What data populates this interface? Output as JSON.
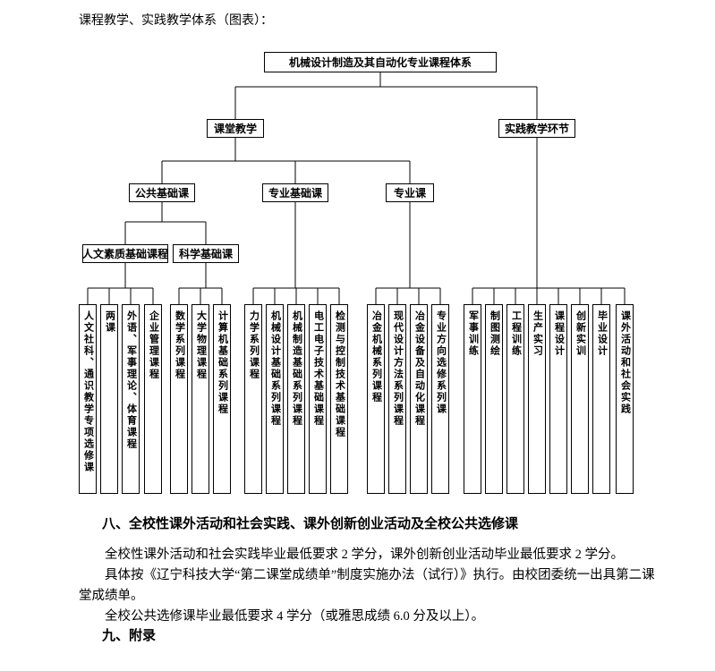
{
  "page": {
    "caption": "课程教学、实践教学体系（图表）：",
    "section8": {
      "heading": "八、全校性课外活动和社会实践、课外创新创业活动及全校公共选修课",
      "para1": "全校性课外活动和社会实践毕业最低要求 2 学分，课外创新创业活动毕业最低要求 2 学分。",
      "para2": "具体按《辽宁科技大学“第二课堂成绩单”制度实施办法（试行）》执行。由校团委统一出具第二课堂成绩单。",
      "para3": "全校公共选修课毕业最低要求 4 学分（或雅思成绩 6.0 分及以上）。"
    },
    "section9": {
      "heading": "九、附录"
    }
  },
  "diagram": {
    "root": "机械设计制造及其自动化专业课程体系",
    "classroom": "课堂教学",
    "practice": "实践教学环节",
    "public_basic": "公共基础课",
    "major_basic": "专业基础课",
    "major": "专业课",
    "humanities": "人文素质基础课程",
    "science": "科学基础课",
    "leaves": [
      "人文社科、通识教学专项选修课",
      "两课",
      "外语、军事理论、体育课程",
      "企业管理课程",
      "数学系列课程",
      "大学物理课程",
      "计算机基础系列课程",
      "力学系列课程",
      "机械设计基础系列课程",
      "机械制造基础系列课程",
      "电工电子技术基础课程",
      "检测与控制技术基础课程",
      "冶金机械系列课程",
      "现代设计方法系列课程",
      "冶金设备及自动化课程",
      "专业方向选修系列课",
      "军事训练",
      "制图测绘",
      "工程训练",
      "生产实习",
      "课程设计",
      "创新实训",
      "毕业设计",
      "课外活动和社会实践"
    ]
  },
  "colors": {
    "line": "#000000",
    "background": "#ffffff",
    "text": "#000000"
  }
}
